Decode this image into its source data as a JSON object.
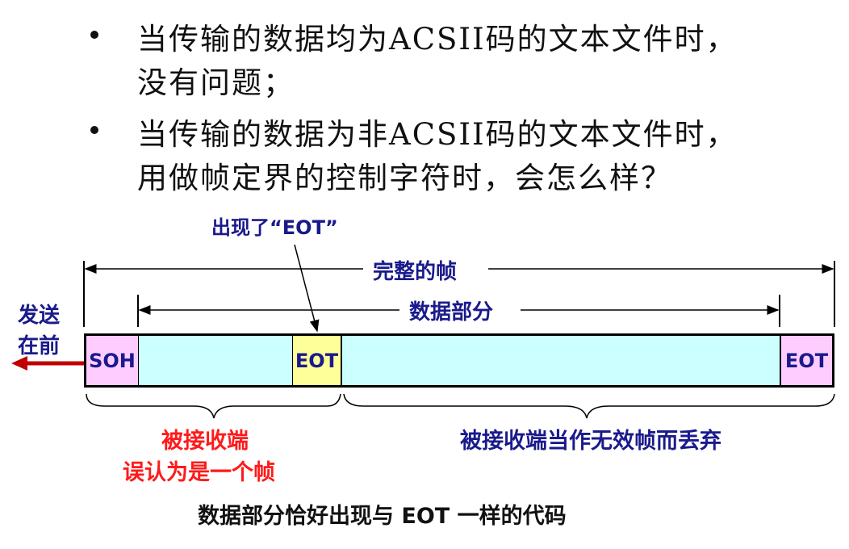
{
  "bullets": [
    {
      "line1": "当传输的数据均为ACSII码的文本文件时，",
      "line2": "没有问题；"
    },
    {
      "line1": "当传输的数据为非ACSII码的文本文件时，",
      "line2": "用做帧定界的控制字符时，会怎么样？"
    }
  ],
  "diagram": {
    "eot_callout": "出现了“EOT”",
    "full_frame_label": "完整的帧",
    "data_part_label": "数据部分",
    "send_first_line1": "发送",
    "send_first_line2": "在前",
    "cells": {
      "soh": "SOH",
      "eot_inner": "EOT",
      "eot_end": "EOT"
    },
    "left_brace_line1": "被接收端",
    "left_brace_line2": "误认为是一个帧",
    "right_brace_label": "被接收端当作无效帧而丢弃",
    "caption": "数据部分恰好出现与 EOT 一样的代码"
  },
  "colors": {
    "soh_fill": "#ffccff",
    "data_fill": "#ccffff",
    "eot_inner_fill": "#ffff99",
    "eot_end_fill": "#ffccff",
    "label_blue": "#1a1a8c",
    "label_red": "#ff1a1a",
    "arrow_red": "#c00000"
  }
}
